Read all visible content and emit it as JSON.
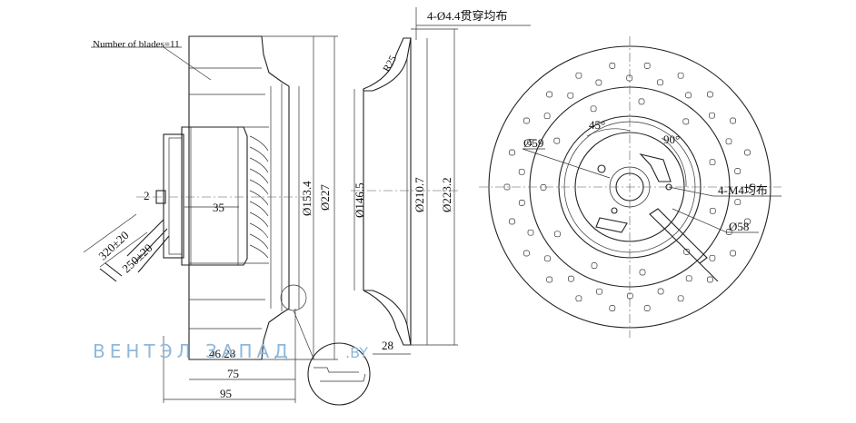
{
  "annotations": {
    "blades": "Number of blades=11",
    "holes_top": "4-Ø4.4贯穿均布",
    "r25": "R25",
    "dim_2": "2",
    "dim_35": "35",
    "dim_320": "320±20",
    "dim_250": "250±20",
    "dim_153": "Ø153.4",
    "dim_227": "Ø227",
    "dim_146": "Ø146.5",
    "dim_210": "Ø210.7",
    "dim_223": "Ø223.2",
    "dim_28": "28",
    "dim_4628": "46.28",
    "dim_75": "75",
    "dim_95": "95",
    "angle_45": "45°",
    "angle_90": "90°",
    "d59": "Ø59",
    "d58": "Ø58",
    "m4": "4-M4均布"
  },
  "watermark": {
    "brand": "ВЕНТЭЛ ЗАПАД",
    "domain": ".BY"
  },
  "colors": {
    "line": "#222222",
    "watermark": "#8fb8da"
  }
}
